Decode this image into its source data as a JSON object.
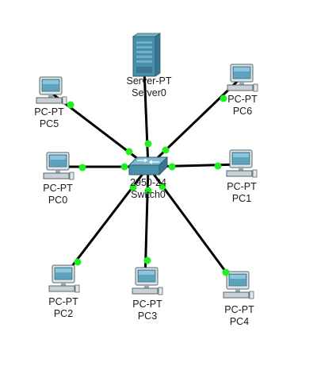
{
  "switch": {
    "model": "2950-24",
    "name": "Switch0"
  },
  "devices": [
    {
      "id": "server0",
      "model": "Server-PT",
      "name": "Server0",
      "kind": "server"
    },
    {
      "id": "pc5",
      "model": "PC-PT",
      "name": "PC5",
      "kind": "pc"
    },
    {
      "id": "pc6",
      "model": "PC-PT",
      "name": "PC6",
      "kind": "pc"
    },
    {
      "id": "pc0",
      "model": "PC-PT",
      "name": "PC0",
      "kind": "pc"
    },
    {
      "id": "pc1",
      "model": "PC-PT",
      "name": "PC1",
      "kind": "pc"
    },
    {
      "id": "pc2",
      "model": "PC-PT",
      "name": "PC2",
      "kind": "pc"
    },
    {
      "id": "pc3",
      "model": "PC-PT",
      "name": "PC3",
      "kind": "pc"
    },
    {
      "id": "pc4",
      "model": "PC-PT",
      "name": "PC4",
      "kind": "pc"
    }
  ],
  "links": [
    "server0",
    "pc5",
    "pc6",
    "pc0",
    "pc1",
    "pc2",
    "pc3",
    "pc4"
  ],
  "colors": {
    "link": "#000000",
    "port_up": "#22ee22",
    "device": "#4a8faa",
    "label": "#1a1a1a"
  }
}
